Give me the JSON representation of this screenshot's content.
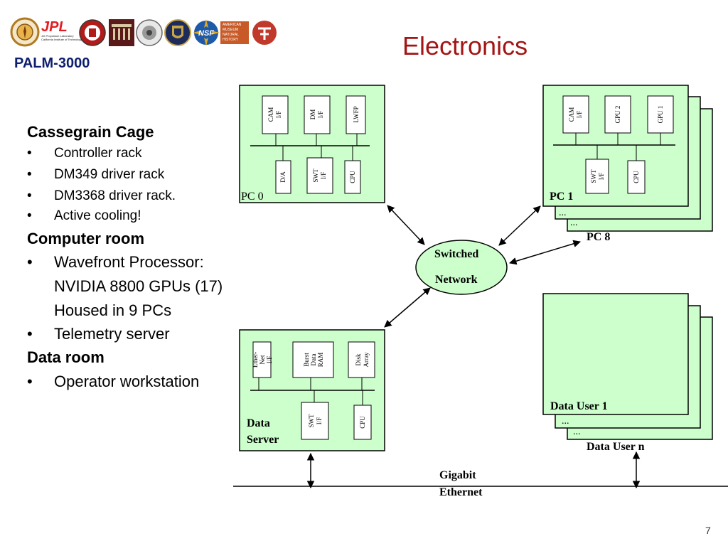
{
  "header": {
    "title": "Electronics",
    "project": "PALM-3000",
    "logos": [
      "caltech-seal",
      "jpl-logo",
      "cornell-seal",
      "ucsb-seal",
      "oxford-seal",
      "nsf-logo",
      "amnh-logo",
      "red-logo"
    ],
    "jpl": "JPL",
    "jpl_sub": "Jet Propulsion Laboratory\nCalifornia Institute of Technology",
    "amnh": "AMERICAN\nMUSEUM\nNATURAL\nHISTORY"
  },
  "left_panel": {
    "sections": [
      {
        "heading": "Cassegrain Cage",
        "items": [
          "Controller rack",
          "DM349 driver rack",
          "DM3368 driver rack.",
          "Active cooling!"
        ]
      },
      {
        "heading": "Computer room",
        "items": [
          "Wavefront Processor:",
          "NVIDIA 8800 GPUs (17)",
          "Housed in 9 PCs",
          "Telemetry server"
        ]
      },
      {
        "heading": "Data room",
        "items": [
          "Operator workstation"
        ]
      }
    ]
  },
  "diagram": {
    "pc0": {
      "label": "PC 0",
      "top_boxes": [
        "CAM\nI/F",
        "DM\nI/F",
        "LWFP"
      ],
      "bottom_boxes": [
        "D/A",
        "SWT\nI/F",
        "CPU"
      ]
    },
    "pc1": {
      "label": "PC 1",
      "dots1": "...",
      "dots2": "...",
      "label_last": "PC 8",
      "top_boxes": [
        "CAM\nI/F",
        "GPU 2",
        "GPU 1"
      ],
      "bottom_boxes": [
        "SWT\nI/F",
        "CPU"
      ]
    },
    "network": {
      "line1": "Switched",
      "line2": "Network"
    },
    "data_server": {
      "line1": "Data",
      "line2": "Server",
      "top_boxes": [
        "Ether-\nNet\nI/F",
        "Burst\nData\nRAM",
        "Disk\nArray"
      ],
      "bottom_boxes": [
        "SWT\nI/F",
        "CPU"
      ]
    },
    "data_user": {
      "label": "Data User 1",
      "dots1": "...",
      "dots2": "...",
      "label_last": "Data User n"
    },
    "ethernet": {
      "line1": "Gigabit",
      "line2": "Ethernet"
    }
  },
  "footer": {
    "page": "7"
  },
  "colors": {
    "box_fill": "#ccffcc",
    "title": "#a31515",
    "project": "#0d1f6d"
  }
}
